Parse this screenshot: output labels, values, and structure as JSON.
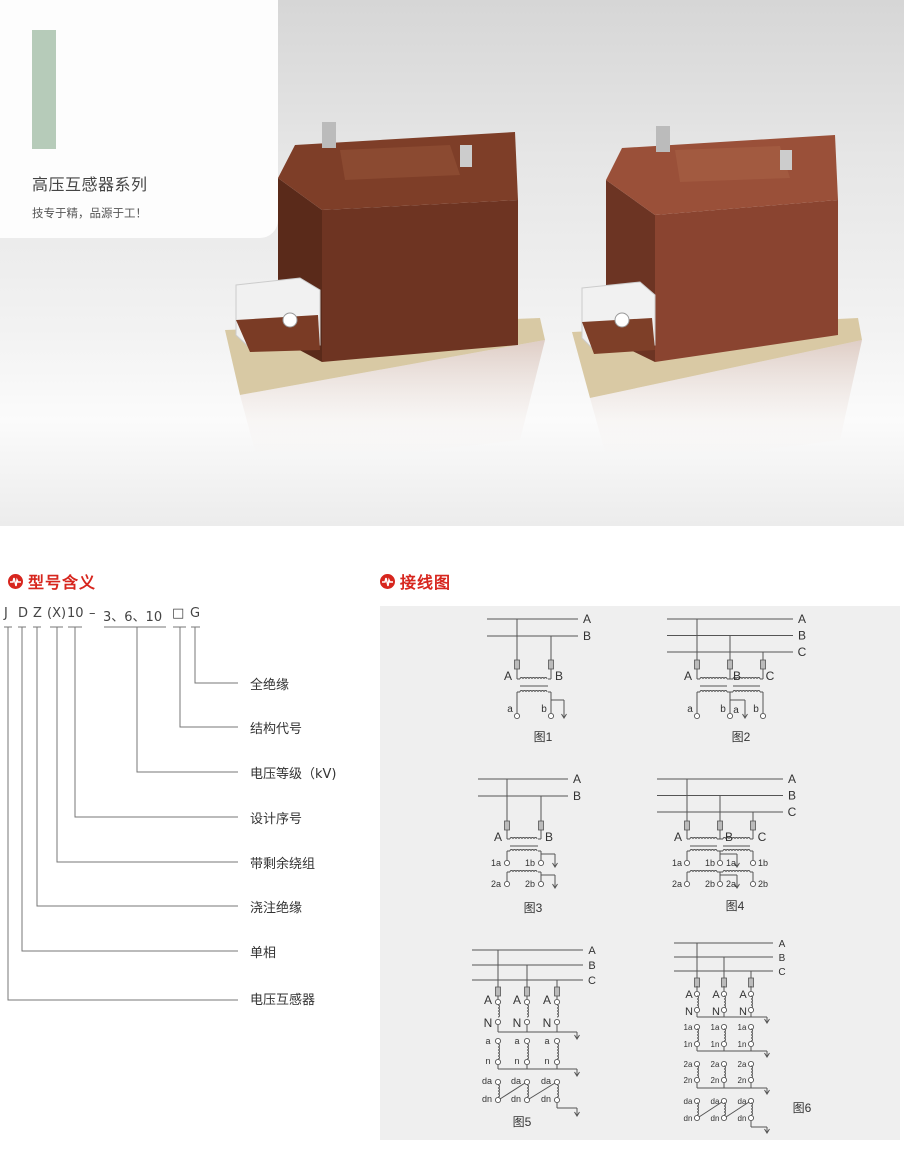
{
  "hero": {
    "title": "高压互感器系列",
    "subtitle": "技专于精，品源于工！",
    "accent_color": "#b6cbb9",
    "products": [
      "transformer-left",
      "transformer-right"
    ]
  },
  "model_section": {
    "heading": "型号含义",
    "code_parts": [
      "J",
      "D",
      "Z",
      "(X)",
      "10",
      "–",
      "3、6、10",
      "□",
      "G"
    ],
    "meanings": [
      "全绝缘",
      "结构代号",
      "电压等级（kV)",
      "设计序号",
      "带剩余绕组",
      "浇注绝缘",
      "单相",
      "电压互感器"
    ]
  },
  "wiring_section": {
    "heading": "接线图",
    "figures": [
      {
        "caption": "图1",
        "buses": [
          "A",
          "B"
        ],
        "phases": [
          "A",
          "B"
        ],
        "terminals": [
          "a",
          "b"
        ]
      },
      {
        "caption": "图2",
        "buses": [
          "A",
          "B",
          "C"
        ],
        "phases": [
          "A",
          "B",
          "C"
        ],
        "terminals": [
          "a",
          "b",
          "a",
          "b"
        ]
      },
      {
        "caption": "图3",
        "buses": [
          "A",
          "B"
        ],
        "phases": [
          "A",
          "B"
        ],
        "terminals": [
          "1a",
          "1b",
          "2a",
          "2b"
        ]
      },
      {
        "caption": "图4",
        "buses": [
          "A",
          "B",
          "C"
        ],
        "phases": [
          "A",
          "B",
          "C"
        ],
        "terminals": [
          "1a",
          "1b",
          "1a",
          "1b",
          "2a",
          "2b",
          "2a",
          "2b"
        ]
      },
      {
        "caption": "图5",
        "buses": [
          "A",
          "B",
          "C"
        ],
        "phases": [
          "A",
          "A",
          "A",
          "N",
          "N",
          "N"
        ],
        "terminals": [
          "a",
          "a",
          "a",
          "n",
          "n",
          "n",
          "da",
          "da",
          "da",
          "dn",
          "dn",
          "dn"
        ]
      },
      {
        "caption": "图6",
        "buses": [
          "A",
          "B",
          "C"
        ],
        "phases": [
          "A",
          "A",
          "A",
          "N",
          "N",
          "N"
        ],
        "terminals": [
          "1a",
          "1a",
          "1a",
          "1n",
          "1n",
          "1n",
          "2a",
          "2a",
          "2a",
          "2n",
          "2n",
          "2n",
          "da",
          "da",
          "da",
          "dn",
          "dn",
          "dn"
        ]
      }
    ]
  },
  "colors": {
    "heading_red": "#d7261e",
    "panel_bg": "#efefef",
    "line": "#555555"
  }
}
